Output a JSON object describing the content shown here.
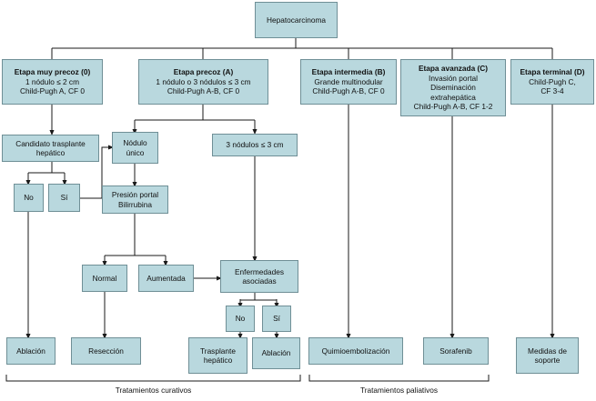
{
  "diagram": {
    "title": "Hepatocarcinoma",
    "language": "es",
    "colors": {
      "node_fill": "#b9d8de",
      "node_border": "#6f8f96",
      "connector": "#1a1a1a",
      "background": "#ffffff",
      "text": "#101010"
    },
    "root": {
      "label": "Hepatocarcinoma"
    },
    "stages": [
      {
        "id": "stage-0",
        "lines": [
          "Etapa muy precoz (0)",
          "1 nódulo ≤ 2 cm",
          "Child-Pugh A, CF 0"
        ],
        "bold_first": true
      },
      {
        "id": "stage-a",
        "lines": [
          "Etapa precoz (A)",
          "1 nódulo o 3 nódulos ≤ 3 cm",
          "Child-Pugh A-B, CF 0"
        ],
        "bold_first": true
      },
      {
        "id": "stage-b",
        "lines": [
          "Etapa intermedia (B)",
          "Grande multinodular",
          "Child-Pugh A-B, CF 0"
        ],
        "bold_first": true
      },
      {
        "id": "stage-c",
        "lines": [
          "Etapa avanzada (C)",
          "Invasión portal",
          "Diseminación",
          "extrahepática",
          "Child-Pugh A-B, CF 1-2"
        ],
        "bold_first": true
      },
      {
        "id": "stage-d",
        "lines": [
          "Etapa terminal (D)",
          "Child-Pugh C,",
          "CF 3-4"
        ],
        "bold_first": true
      }
    ],
    "decisions": {
      "candidate_transplant": {
        "lines": [
          "Candidato trasplante",
          "hepático"
        ]
      },
      "candidate_no": {
        "lines": [
          "No"
        ]
      },
      "candidate_yes": {
        "lines": [
          "Sí"
        ]
      },
      "single_nodule": {
        "lines": [
          "Nódulo",
          "único"
        ]
      },
      "three_nodules": {
        "lines": [
          "3 nódulos ≤ 3 cm"
        ]
      },
      "portal_pressure": {
        "lines": [
          "Presión portal",
          "Bilirrubina"
        ]
      },
      "pressure_normal": {
        "lines": [
          "Normal"
        ]
      },
      "pressure_increased": {
        "lines": [
          "Aumentada"
        ]
      },
      "associated_diseases": {
        "lines": [
          "Enfermedades",
          "asociadas"
        ]
      },
      "diseases_no": {
        "lines": [
          "No"
        ]
      },
      "diseases_yes": {
        "lines": [
          "Sí"
        ]
      }
    },
    "treatments": {
      "ablation_left": {
        "lines": [
          "Ablación"
        ]
      },
      "resection": {
        "lines": [
          "Resección"
        ]
      },
      "liver_transplant": {
        "lines": [
          "Trasplante",
          "hepático"
        ]
      },
      "ablation_right": {
        "lines": [
          "Ablación"
        ]
      },
      "chemoembolization": {
        "lines": [
          "Quimioembolización"
        ]
      },
      "sorafenib": {
        "lines": [
          "Sorafenib"
        ]
      },
      "supportive_care": {
        "lines": [
          "Medidas de",
          "soporte"
        ]
      }
    },
    "brackets": [
      {
        "id": "curative",
        "label": "Tratamientos curativos"
      },
      {
        "id": "palliative",
        "label": "Tratamientos paliativos"
      }
    ]
  }
}
